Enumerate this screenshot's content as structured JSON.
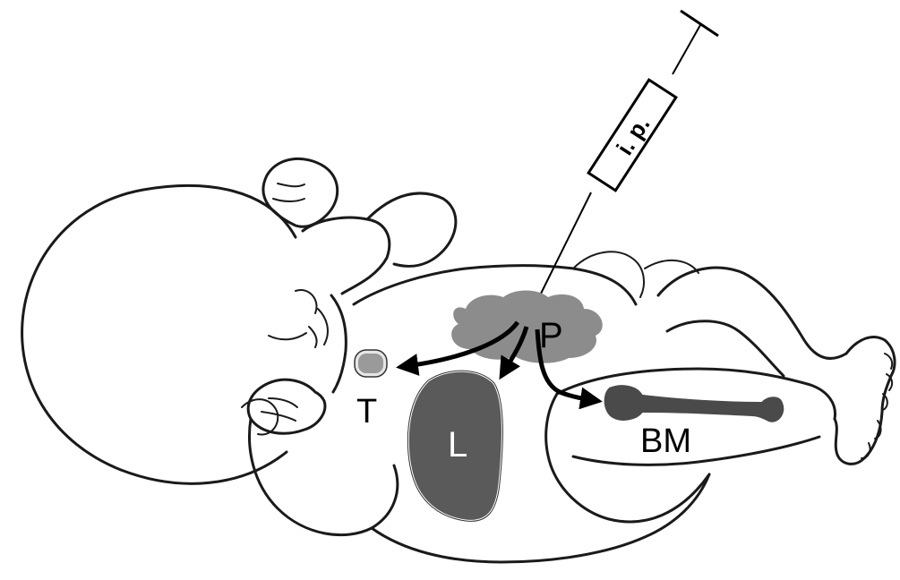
{
  "labels": {
    "syringe": "i. p.",
    "peritoneum": "P",
    "thymus": "T",
    "liver": "L",
    "bone_marrow": "BM"
  },
  "colors": {
    "line": "#1a1a1a",
    "peritoneal_cloud": "#8c8c8c",
    "liver": "#5a5a5a",
    "bone": "#4a4a4a",
    "thymus_fill": "#9a9a9a",
    "background": "#ffffff"
  },
  "icons": {
    "syringe": "syringe-icon",
    "arrows": "arrow-icon"
  }
}
